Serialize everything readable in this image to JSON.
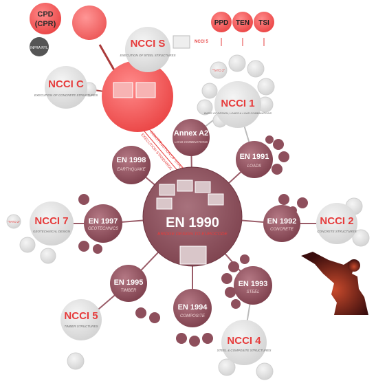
{
  "center": {
    "title": "EN 1990",
    "subtitle": "BRIDGE DESIGN TO EUROCODE"
  },
  "eurocodes": [
    {
      "id": "en1998",
      "title": "EN 1998",
      "subtitle": "EARTHQUAKE"
    },
    {
      "id": "en1991",
      "title": "EN 1991",
      "subtitle": "LOADS"
    },
    {
      "id": "en1997",
      "title": "EN 1997",
      "subtitle": "GEOTECHNICS"
    },
    {
      "id": "en1992",
      "title": "EN 1992",
      "subtitle": "CONCRETE"
    },
    {
      "id": "en1995",
      "title": "EN 1995",
      "subtitle": "TIMBER"
    },
    {
      "id": "en1993",
      "title": "EN 1993",
      "subtitle": "STEEL"
    },
    {
      "id": "en1994",
      "title": "EN 1994",
      "subtitle": "COMPOSITE"
    }
  ],
  "annex": {
    "title": "Annex A2",
    "subtitle": "LOAD COMBINATIONS"
  },
  "ncci": [
    {
      "id": "ncci1",
      "title": "NCCI 1",
      "subtitle": "BASIS OF DESIGN, LOADS & LOAD COMBINATIONS"
    },
    {
      "id": "ncci2",
      "title": "NCCI 2",
      "subtitle": "CONCRETE STRUCTURES"
    },
    {
      "id": "ncci4",
      "title": "NCCI 4",
      "subtitle": "STEEL & COMPOSITE STRUCTURES"
    },
    {
      "id": "ncci5",
      "title": "NCCI 5",
      "subtitle": "TIMBER STRUCTURES"
    },
    {
      "id": "ncci7",
      "title": "NCCI 7",
      "subtitle": "GEOTECHNICAL DESIGN"
    },
    {
      "id": "nccic",
      "title": "NCCI C",
      "subtitle": "EXECUTION OF CONCRETE STRUCTURES"
    },
    {
      "id": "nccis",
      "title": "NCCI S",
      "subtitle": "EXECUTION OF STEEL STRUCTURES"
    }
  ],
  "top_left": {
    "cpd": "CPD",
    "cpr": "(CPR)",
    "infra": "INFRA RYL"
  },
  "top_right": {
    "ppd": "PPD",
    "ten": "TEN",
    "tsi": "TSI"
  },
  "labels": {
    "ncci5_side": "NCCI 5",
    "construction": "CONSTRUCTION OF STRUCTURES",
    "execution": "EXECUTION STANDARDS",
    "tato2_top": "\"TATO 2\"",
    "tato2_left": "\"TATO 2\""
  },
  "colors": {
    "maroon": "#8e4f5c",
    "maroon_light": "#b47884",
    "red": "#f05a5a",
    "grey": "#e2e2e2",
    "accent": "#e63b3b"
  }
}
